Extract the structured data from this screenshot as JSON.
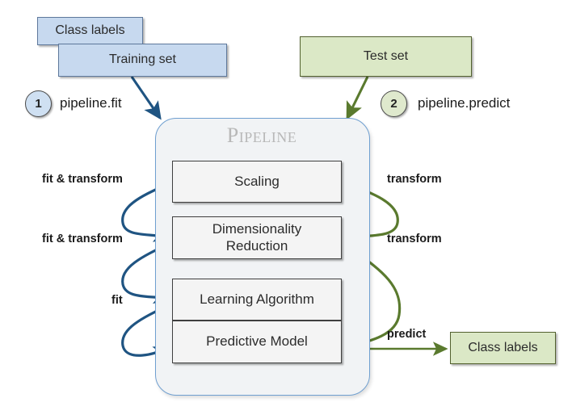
{
  "diagram": {
    "title": "Pipeline",
    "pipeline_label": "Pipeline",
    "colors": {
      "train_blue_fill": "#c7d9ef",
      "train_blue_stroke": "#5e789b",
      "test_green_fill": "#dbe8c6",
      "test_green_stroke": "#53612f",
      "arrow_blue": "#1f5482",
      "arrow_green": "#5a7a2e",
      "pipeline_border": "#6f9fd0",
      "pipeline_fill": "#f1f3f5",
      "step_fill": "#f4f4f4",
      "step_stroke": "#3f3f3f",
      "pipeline_title_color": "#b8b8b8"
    },
    "inputs": [
      {
        "id": "class-labels-input",
        "label": "Class labels",
        "style": "blue"
      },
      {
        "id": "training-set",
        "label": "Training set",
        "style": "blue"
      },
      {
        "id": "test-set",
        "label": "Test set",
        "style": "green"
      }
    ],
    "steps": [
      {
        "id": "scaling",
        "label": "Scaling"
      },
      {
        "id": "dimensionality-reduction",
        "label": "Dimensionality Reduction"
      },
      {
        "id": "learning-algorithm",
        "label": "Learning Algorithm"
      },
      {
        "id": "predictive-model",
        "label": "Predictive Model"
      }
    ],
    "outputs": [
      {
        "id": "class-labels-output",
        "label": "Class labels",
        "style": "green"
      }
    ],
    "markers": [
      {
        "id": "marker-1",
        "number": "1",
        "api": "pipeline.fit",
        "style": "blue"
      },
      {
        "id": "marker-2",
        "number": "2",
        "api": "pipeline.predict",
        "style": "green"
      }
    ],
    "edge_labels": {
      "left": [
        {
          "id": "fit-transform-scaling",
          "text": "fit & transform"
        },
        {
          "id": "fit-transform-dimred",
          "text": "fit & transform"
        },
        {
          "id": "fit-learning",
          "text": "fit"
        }
      ],
      "right": [
        {
          "id": "transform-scaling",
          "text": "transform"
        },
        {
          "id": "transform-dimred",
          "text": "transform"
        },
        {
          "id": "predict-output",
          "text": "predict"
        }
      ]
    }
  }
}
